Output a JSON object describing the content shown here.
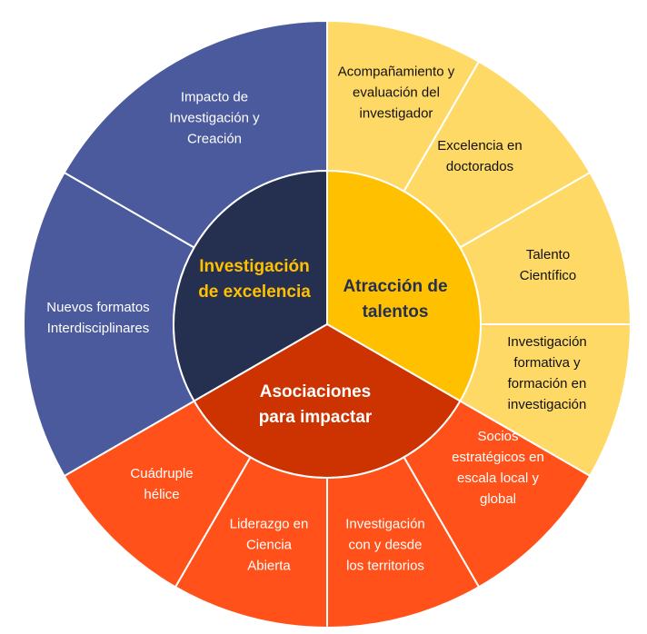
{
  "colors": {
    "blue_outer": "#4A5A9C",
    "blue_inner": "#253050",
    "yellow_outer": "#FFD966",
    "yellow_inner": "#FFC000",
    "orange_outer": "#FF5119",
    "orange_inner": "#CC3300",
    "divider": "#ffffff"
  },
  "inner": [
    {
      "label": "Investigación\nde excelencia"
    },
    {
      "label": "Atracción de\ntalentos"
    },
    {
      "label": "Asociaciones\npara impactar"
    }
  ],
  "outer": [
    {
      "label": "Acompañamiento y\nevaluación del\ninvestigador"
    },
    {
      "label": "Excelencia en\ndoctorados"
    },
    {
      "label": "Talento\nCientífico"
    },
    {
      "label": "Investigación\nformativa y\nformación en\ninvestigación"
    },
    {
      "label": "Socios\nestratégicos en\nescala local y\nglobal"
    },
    {
      "label": "Investigación\ncon y desde\nlos territorios"
    },
    {
      "label": "Liderazgo en\nCiencia\nAbierta"
    },
    {
      "label": "Cuádruple\nhélice"
    },
    {
      "label": "Nuevos formatos\nInterdisciplinares"
    },
    {
      "label": "Impacto de\nInvestigación y\nCreación"
    }
  ]
}
